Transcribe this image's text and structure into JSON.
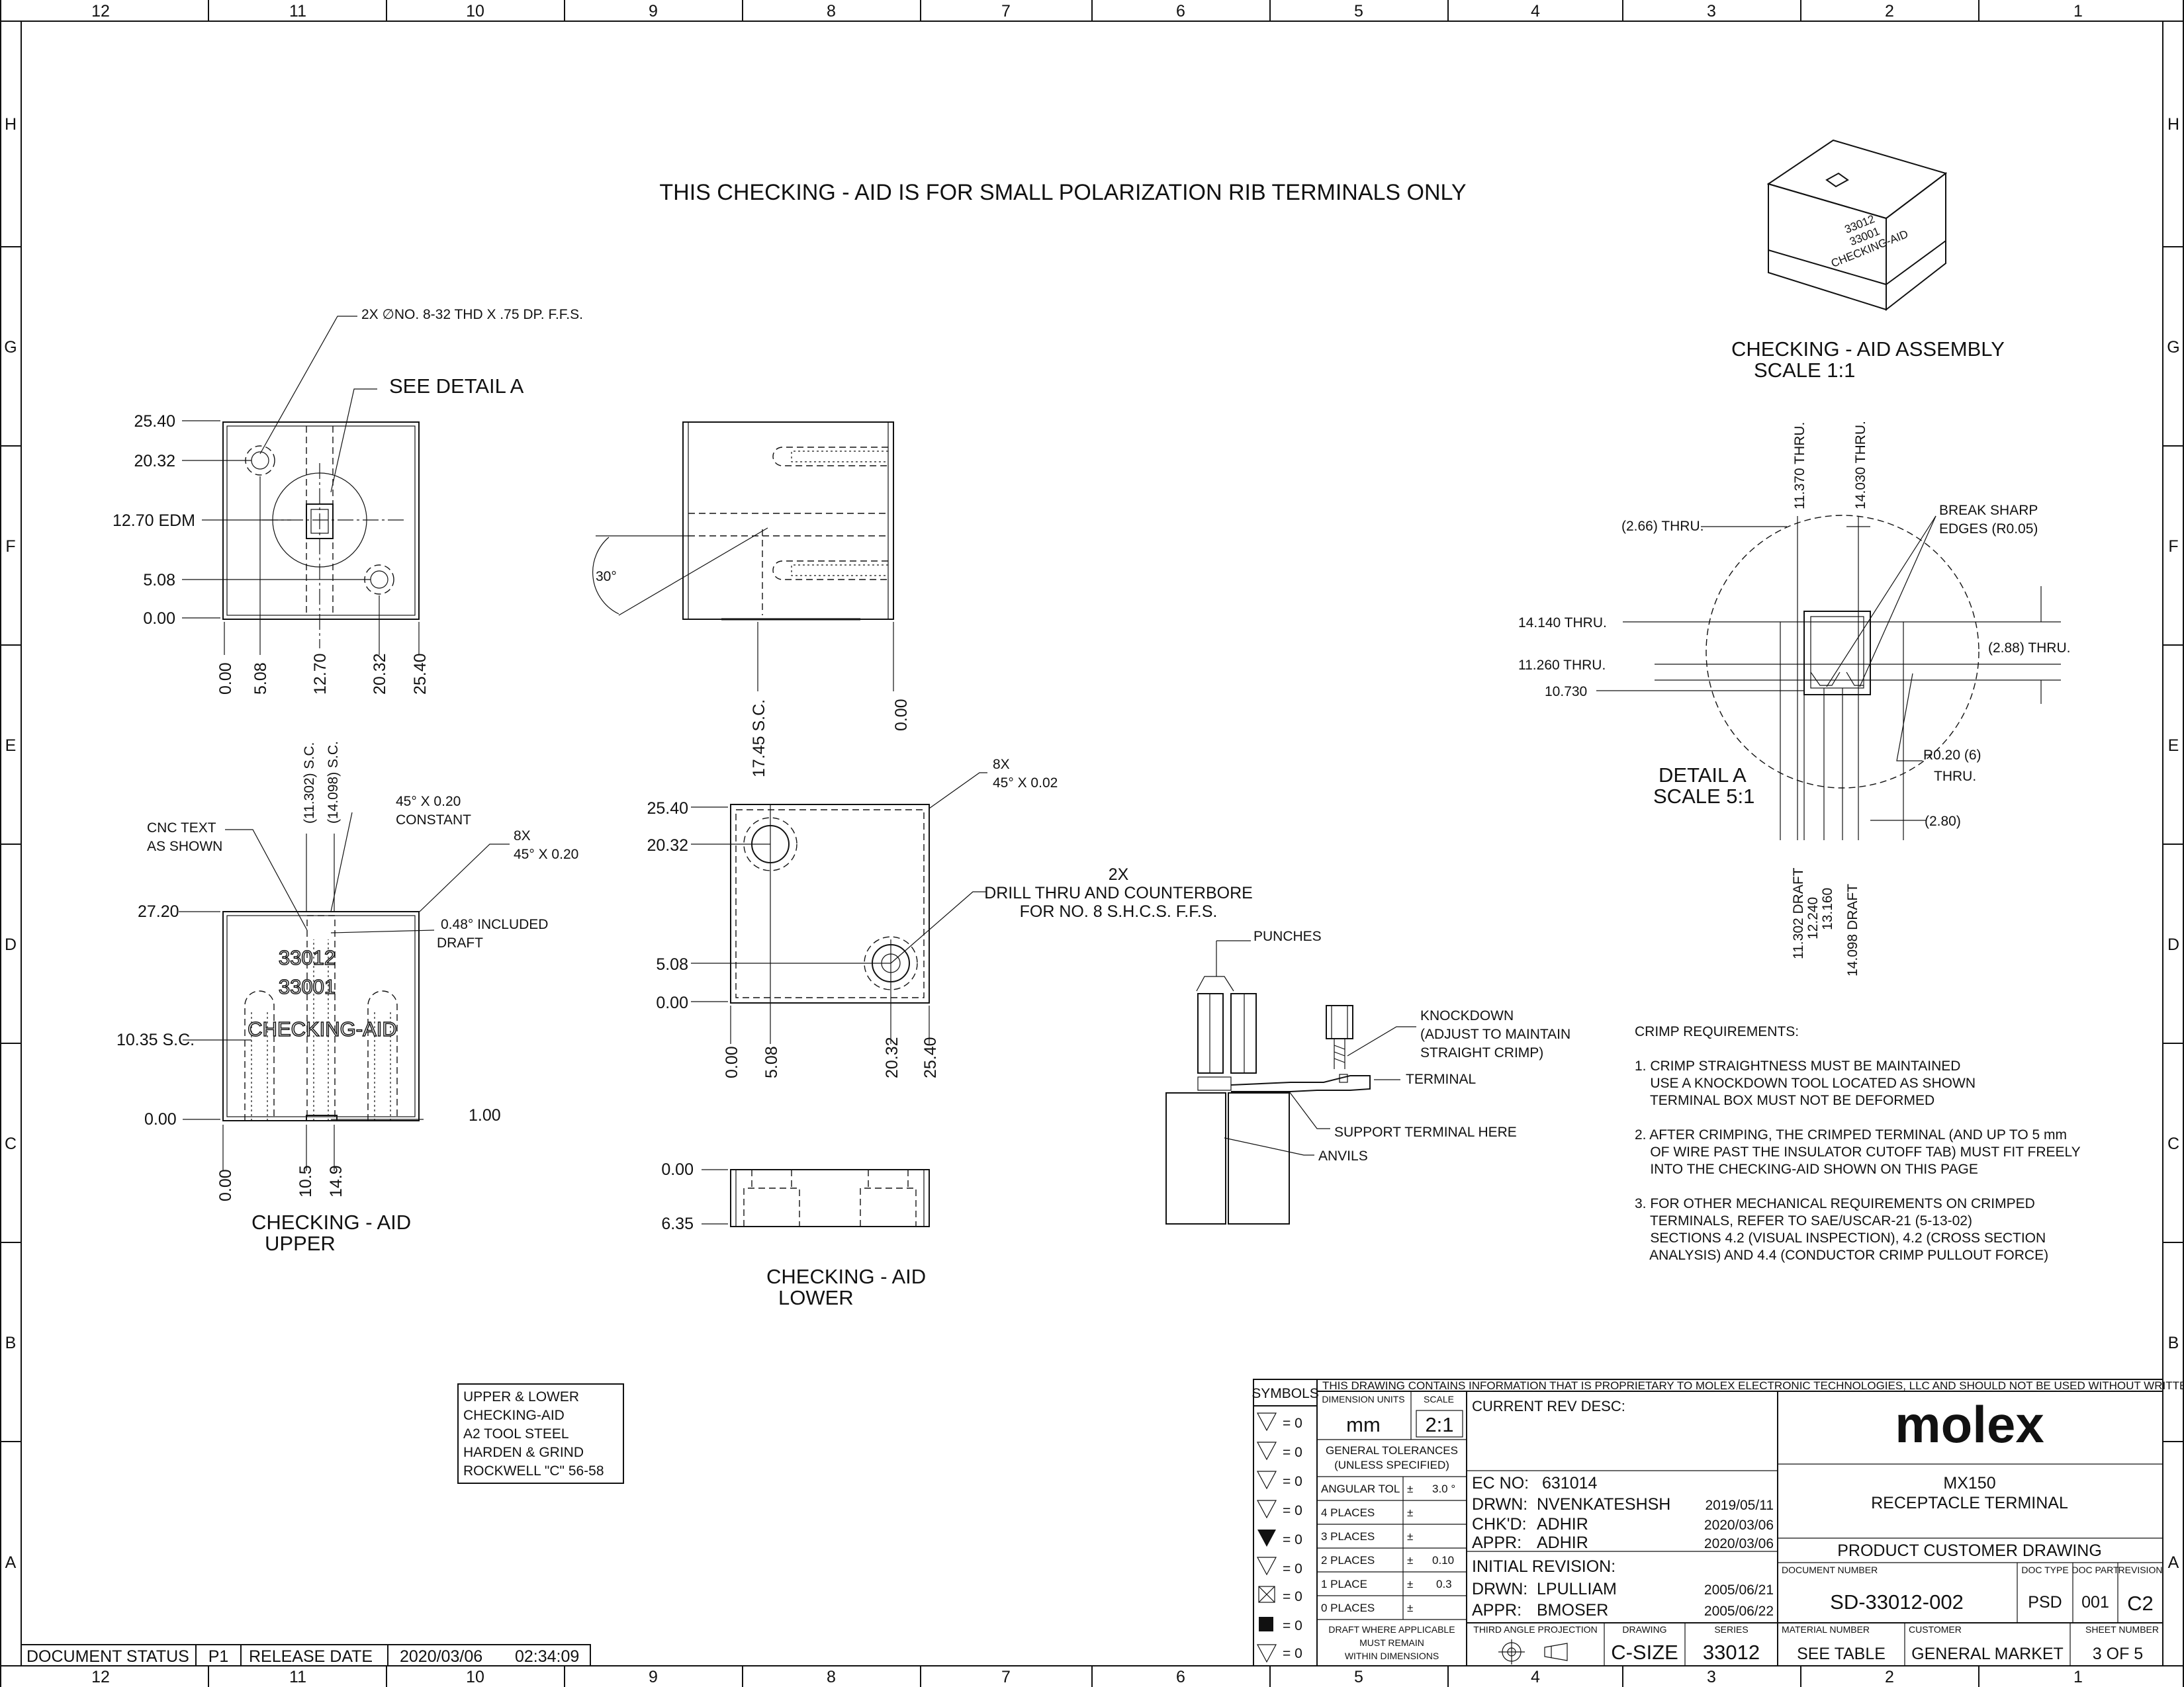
{
  "zones": {
    "columns": [
      "12",
      "11",
      "10",
      "9",
      "8",
      "7",
      "6",
      "5",
      "4",
      "3",
      "2",
      "1"
    ],
    "rows": [
      "H",
      "G",
      "F",
      "E",
      "D",
      "C",
      "B",
      "A"
    ]
  },
  "main_note": "THIS CHECKING - AID IS FOR SMALL POLARIZATION RIB TERMINALS ONLY",
  "top_view": {
    "thread_note": "2X ∅NO. 8-32 THD X  .75 DP. F.F.S.",
    "see_detail": "SEE DETAIL A",
    "y_dims": [
      "25.40",
      "20.32",
      "12.70 EDM",
      "5.08",
      "0.00"
    ],
    "x_dims": [
      "0.00",
      "5.08",
      "12.70",
      "20.32",
      "25.40"
    ]
  },
  "side_view": {
    "angle": "30°",
    "x_dims": [
      "17.45 S.C.",
      "0.00"
    ]
  },
  "assembly": {
    "engraving": [
      "33012",
      "33001",
      "CHECKING-AID"
    ],
    "title": "CHECKING - AID ASSEMBLY",
    "scale": "SCALE 1:1"
  },
  "detail_a": {
    "labels": {
      "thru_2_66": "(2.66) THRU.",
      "thru_11_370": "11.370 THRU.",
      "thru_14_030": "14.030 THRU.",
      "break_edges_1": "BREAK SHARP",
      "break_edges_2": "EDGES (R0.05)",
      "thru_14_140": "14.140 THRU.",
      "thru_2_88": "(2.88) THRU.",
      "thru_11_260": "11.260 THRU.",
      "dim_10_730": "10.730",
      "radius_1": "R0.20 (6)",
      "radius_2": "THRU.",
      "dim_2_80": "(2.80)",
      "draft_11_302": "11.302 DRAFT",
      "dim_12_240": "12.240",
      "dim_13_160": "13.160",
      "draft_14_098": "14.098 DRAFT"
    },
    "title": "DETAIL A",
    "scale": "SCALE 5:1"
  },
  "upper": {
    "cnc_text_1": "CNC TEXT",
    "cnc_text_2": "AS SHOWN",
    "sc_11302": "(11.302) S.C.",
    "sc_14098": "(14.098) S.C.",
    "chamfer_1": "45° X 0.20",
    "chamfer_2": "CONSTANT",
    "chamfer_8x": "8X",
    "chamfer_8x_2": "45° X 0.20",
    "draft_1": "0.48° INCLUDED",
    "draft_2": "DRAFT",
    "dim_27_20": "27.20",
    "dim_10_35": "10.35 S.C.",
    "dim_0_00": "0.00",
    "dim_1_00": "1.00",
    "engraving": [
      "33012",
      "33001",
      "CHECKING-AID"
    ],
    "x_dims": [
      "0.00",
      "10.5",
      "14.9"
    ],
    "title": "CHECKING - AID",
    "subtitle": "UPPER"
  },
  "lower": {
    "chamfer_1": "8X",
    "chamfer_2": "45° X 0.02",
    "drill_1": "2X",
    "drill_2": "DRILL THRU AND COUNTERBORE",
    "drill_3": "FOR  NO. 8 S.H.C.S. F.F.S.",
    "y_dims": [
      "25.40",
      "20.32",
      "5.08",
      "0.00"
    ],
    "x_dims": [
      "0.00",
      "5.08",
      "20.32",
      "25.40"
    ],
    "edge_dims": [
      "0.00",
      "6.35"
    ],
    "title": "CHECKING - AID",
    "subtitle": "LOWER"
  },
  "crimp_tool": {
    "punches": "PUNCHES",
    "knockdown_1": "KNOCKDOWN",
    "knockdown_2": "(ADJUST TO MAINTAIN",
    "knockdown_3": "STRAIGHT CRIMP)",
    "terminal": "TERMINAL",
    "support": "SUPPORT TERMINAL HERE",
    "anvils": "ANVILS"
  },
  "crimp_requirements": {
    "heading": "CRIMP REQUIREMENTS:",
    "lines": [
      "1. CRIMP STRAIGHTNESS MUST BE MAINTAINED",
      "    USE A KNOCKDOWN TOOL LOCATED AS SHOWN",
      "    TERMINAL BOX MUST NOT BE DEFORMED",
      "",
      "2. AFTER CRIMPING, THE CRIMPED TERMINAL (AND UP TO 5 mm",
      "    OF WIRE PAST THE INSULATOR CUTOFF TAB) MUST FIT FREELY",
      "    INTO THE CHECKING-AID SHOWN ON THIS PAGE",
      "",
      "3. FOR OTHER MECHANICAL REQUIREMENTS ON CRIMPED",
      "    TERMINALS, REFER TO SAE/USCAR-21 (5-13-02)",
      "    SECTIONS 4.2 (VISUAL INSPECTION), 4.2 (CROSS SECTION",
      "    ANALYSIS) AND 4.4 (CONDUCTOR CRIMP PULLOUT FORCE)"
    ]
  },
  "material_note": [
    "UPPER & LOWER",
    "CHECKING-AID",
    "A2 TOOL STEEL",
    "HARDEN & GRIND",
    "ROCKWELL \"C\" 56-58"
  ],
  "title_block": {
    "proprietary": "THIS DRAWING CONTAINS INFORMATION THAT IS PROPRIETARY TO MOLEX ELECTRONIC TECHNOLOGIES, LLC AND SHOULD NOT BE USED WITHOUT WRITTEN PERMISSION",
    "symbols_label": "SYMBOLS",
    "symbols_values": [
      "= 0",
      "= 0",
      "= 0",
      "= 0",
      "= 0",
      "= 0",
      "= 0",
      "= 0",
      "= 0"
    ],
    "dimension_units_label": "DIMENSION UNITS",
    "dimension_units": "mm",
    "scale_label": "SCALE",
    "scale": "2:1",
    "general_tolerances": "GENERAL TOLERANCES",
    "unless_specified": "(UNLESS SPECIFIED)",
    "angular_tol_label": "ANGULAR TOL",
    "angular_tol": "3.0 °",
    "pm": "±",
    "places": [
      {
        "label": "4 PLACES",
        "value": ""
      },
      {
        "label": "3 PLACES",
        "value": ""
      },
      {
        "label": "2 PLACES",
        "value": "0.10"
      },
      {
        "label": "1 PLACE",
        "value": "0.3"
      },
      {
        "label": "0 PLACES",
        "value": ""
      }
    ],
    "draft_note": [
      "DRAFT WHERE APPLICABLE",
      "MUST REMAIN",
      "WITHIN DIMENSIONS"
    ],
    "current_rev_desc": "CURRENT REV DESC:",
    "ec_no_label": "EC NO:",
    "ec_no": "631014",
    "drwn_label": "DRWN:",
    "drwn": "NVENKATESHSH",
    "drwn_date": "2019/05/11",
    "chkd_label": "CHK'D:",
    "chkd": "ADHIR",
    "chkd_date": "2020/03/06",
    "appr_label": "APPR:",
    "appr": "ADHIR",
    "appr_date": "2020/03/06",
    "initial_revision": "INITIAL REVISION:",
    "init_drwn_label": "DRWN:",
    "init_drwn": "LPULLIAM",
    "init_drwn_date": "2005/06/21",
    "init_appr_label": "APPR:",
    "init_appr": "BMOSER",
    "init_appr_date": "2005/06/22",
    "third_angle": "THIRD ANGLE PROJECTION",
    "drawing_label": "DRAWING",
    "drawing": "C-SIZE",
    "series_label": "SERIES",
    "series": "33012",
    "logo": "molex",
    "product_line_1": "MX150",
    "product_line_2": "RECEPTACLE TERMINAL",
    "product_customer_drawing": "PRODUCT CUSTOMER DRAWING",
    "document_number_label": "DOCUMENT NUMBER",
    "document_number": "SD-33012-002",
    "doc_type_label": "DOC TYPE",
    "doc_type": "PSD",
    "doc_part_label": "DOC PART",
    "doc_part": "001",
    "revision_label": "REVISION",
    "revision": "C2",
    "material_number_label": "MATERIAL NUMBER",
    "material_number": "SEE TABLE",
    "customer_label": "CUSTOMER",
    "customer": "GENERAL MARKET",
    "sheet_number_label": "SHEET NUMBER",
    "sheet_number": "3 OF 5"
  },
  "status_bar": {
    "document_status_label": "DOCUMENT STATUS",
    "document_status": "P1",
    "release_date_label": "RELEASE DATE",
    "release_date": "2020/03/06",
    "release_time": "02:34:09"
  }
}
